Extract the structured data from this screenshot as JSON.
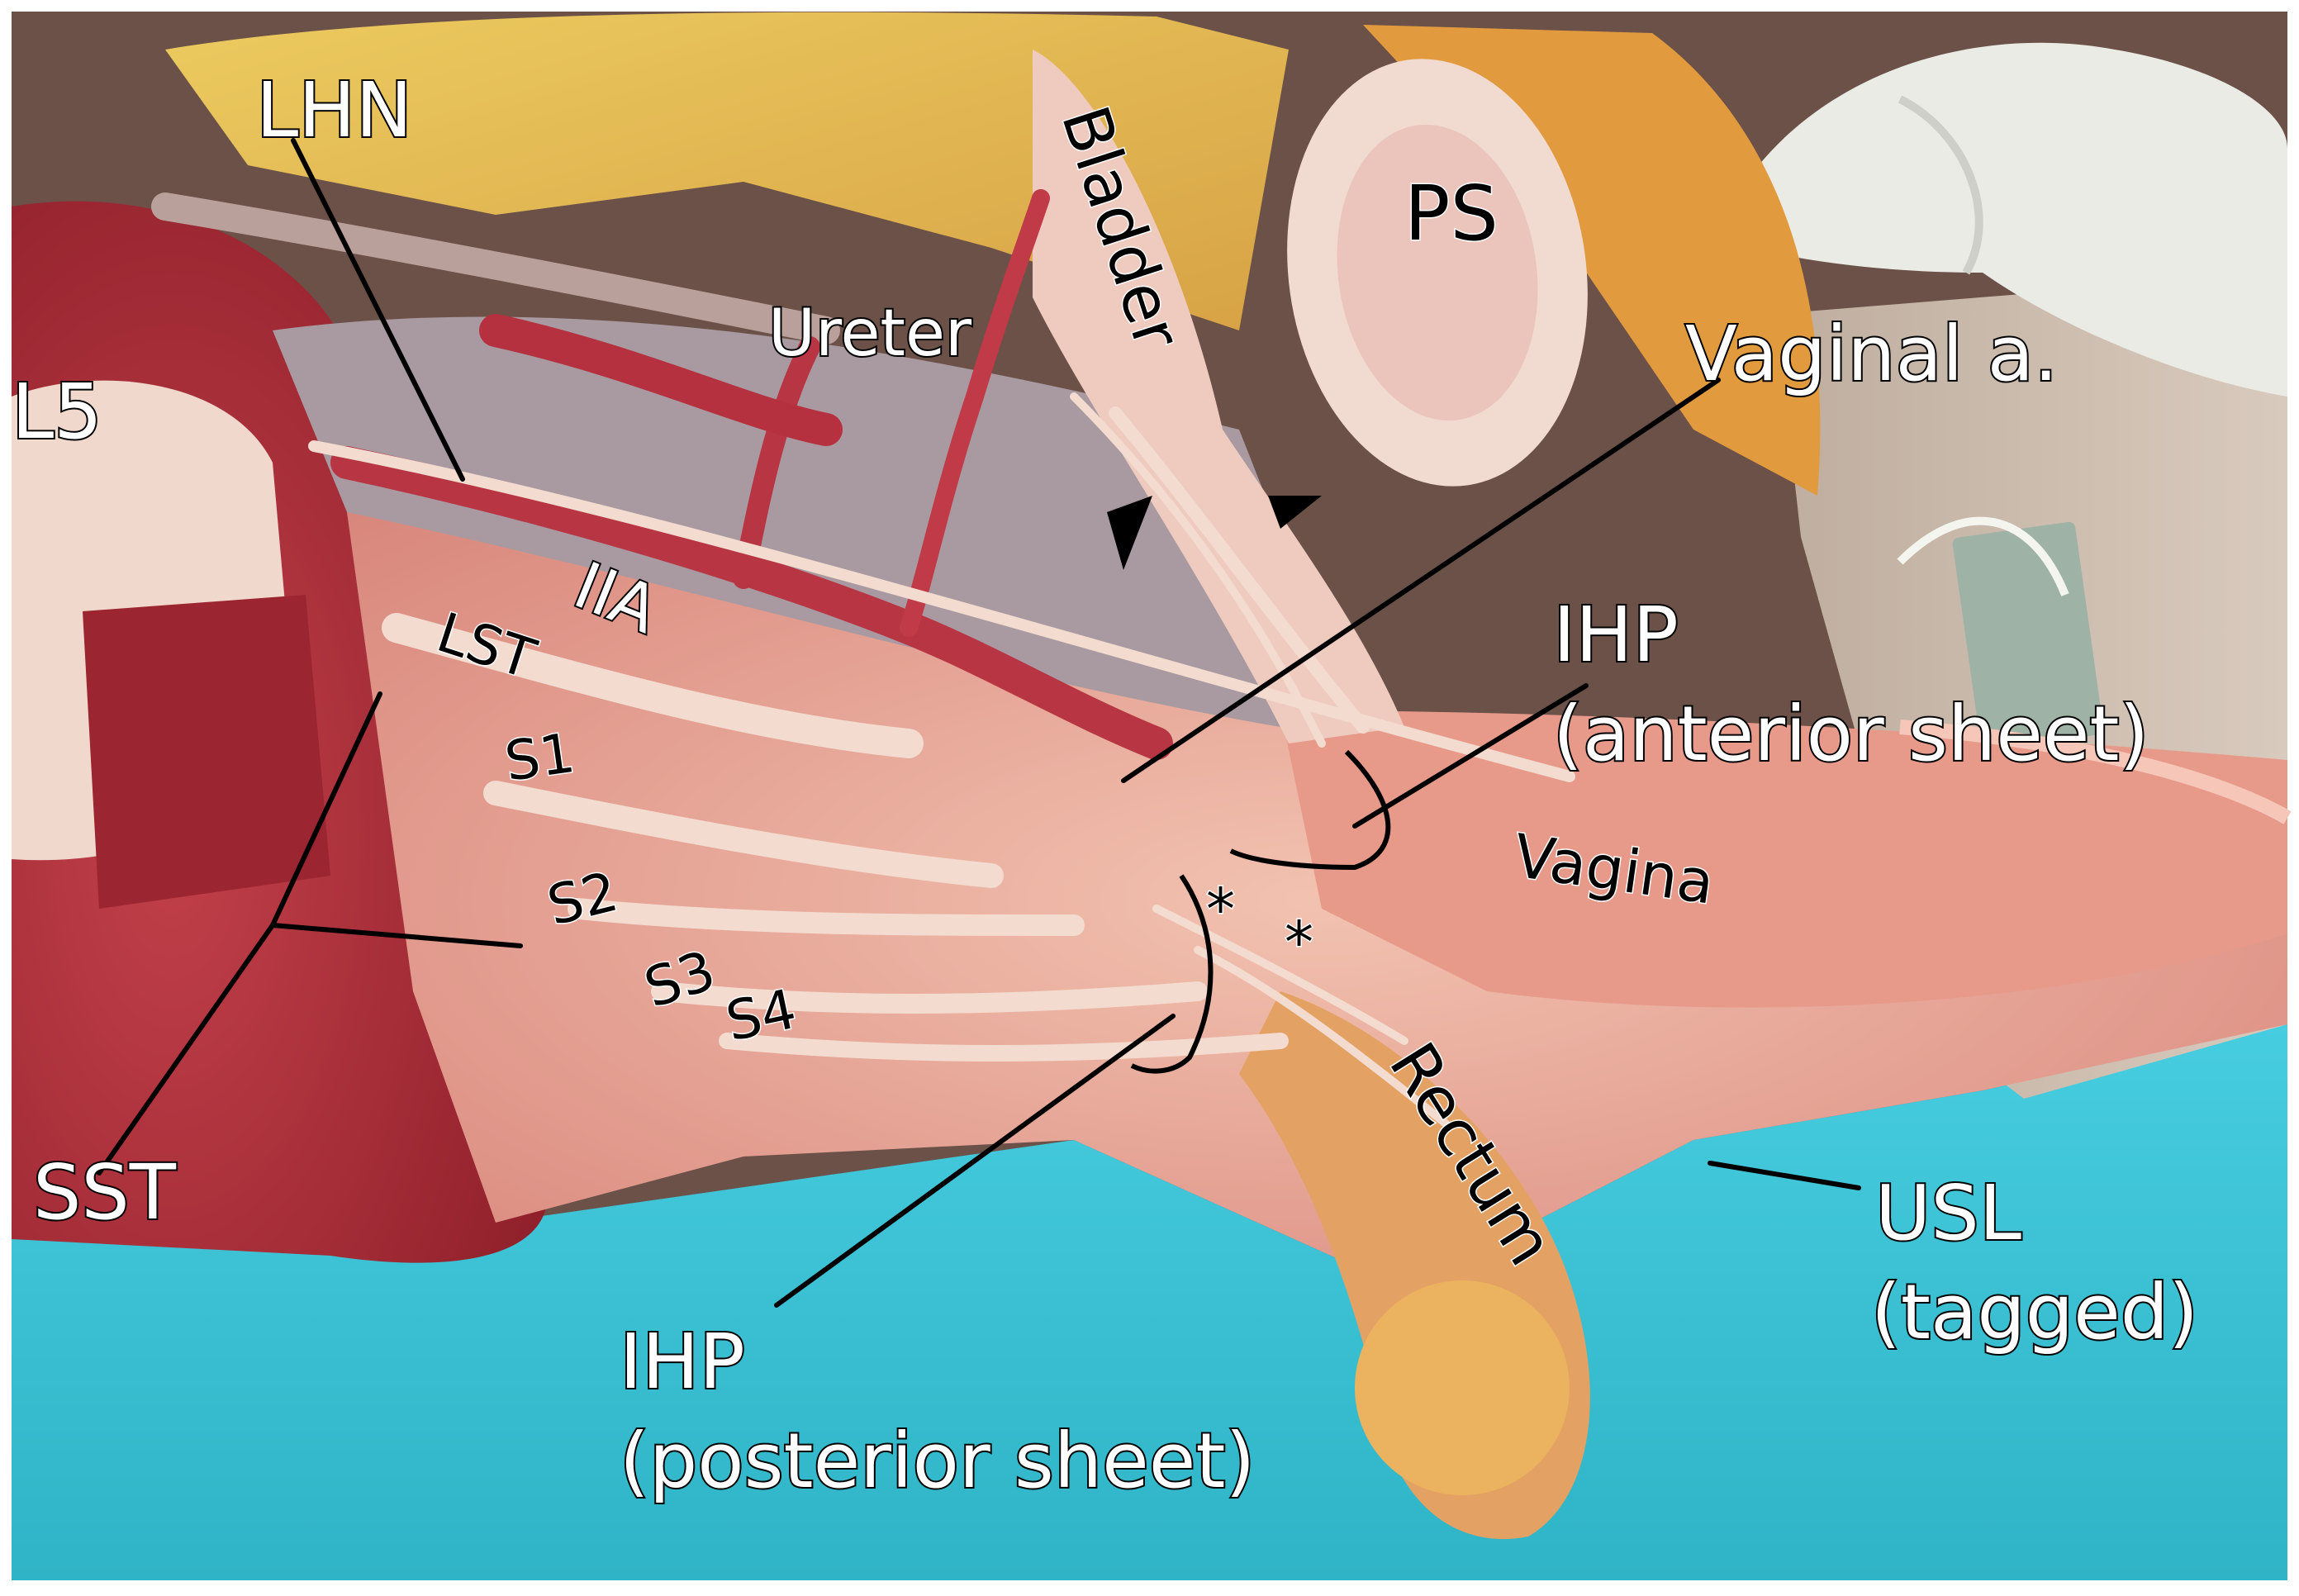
{
  "photo": {
    "colors": {
      "background_drape": "#3fc6d9",
      "tissue_red": "#b8323c",
      "tissue_pink": "#e9a69a",
      "fat_yellow": "#e6c25a",
      "nerve_pale": "#f1d6c8",
      "glove": "#e8e8e3",
      "skin": "#c9b8a9"
    }
  },
  "labels": {
    "lhn": "LHN",
    "l5": "L5",
    "ureter": "Ureter",
    "bladder": "Bladder",
    "ps": "PS",
    "vaginal_a": "Vaginal a.",
    "iia": "IIA",
    "lst": "LST",
    "s1": "S1",
    "s2": "S2",
    "s3": "S3",
    "s4": "S4",
    "ihp_anterior": "IHP",
    "ihp_anterior_sub": "(anterior sheet)",
    "vagina": "Vagina",
    "rectum": "Rectum",
    "sst": "SST",
    "usl": "USL",
    "usl_sub": "(tagged)",
    "ihp_posterior": "IHP",
    "ihp_posterior_sub": "(posterior sheet)",
    "asterisk_1": "*",
    "asterisk_2": "*"
  }
}
